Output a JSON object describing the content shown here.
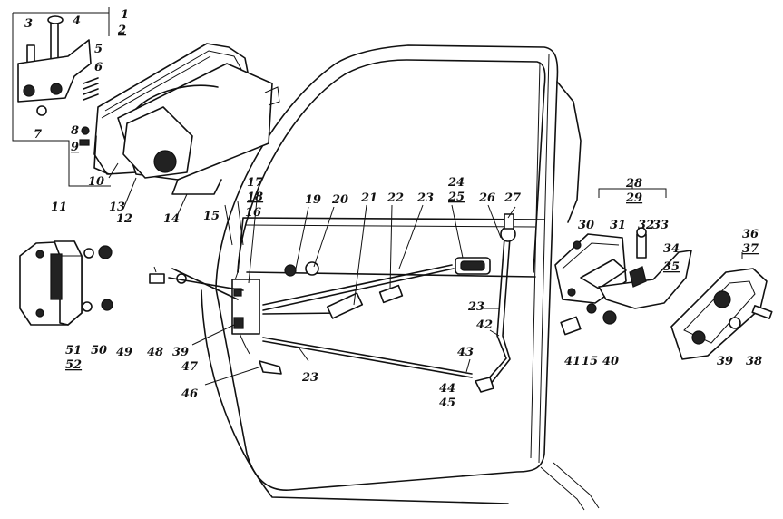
{
  "labels": {
    "l1": "1",
    "l2": "2",
    "l3": "3",
    "l4": "4",
    "l5": "5",
    "l6": "6",
    "l7": "7",
    "l8": "8",
    "l9": "9",
    "l10": "10",
    "l11": "11",
    "l12": "12",
    "l13": "13",
    "l14": "14",
    "l15a": "15",
    "l15b": "15",
    "l16": "16",
    "l17": "17",
    "l18": "18",
    "l19": "19",
    "l20": "20",
    "l21": "21",
    "l22": "22",
    "l23a": "23",
    "l23b": "23",
    "l23c": "23",
    "l24": "24",
    "l25": "25",
    "l26": "26",
    "l27": "27",
    "l28": "28",
    "l29": "29",
    "l30": "30",
    "l31": "31",
    "l32": "32",
    "l33": "33",
    "l34": "34",
    "l35": "35",
    "l36": "36",
    "l37": "37",
    "l38": "38",
    "l39a": "39",
    "l39b": "39",
    "l40": "40",
    "l41": "41",
    "l42": "42",
    "l43": "43",
    "l44": "44",
    "l45": "45",
    "l46": "46",
    "l47": "47",
    "l48": "48",
    "l49": "49",
    "l50": "50",
    "l51": "51",
    "l52": "52"
  }
}
